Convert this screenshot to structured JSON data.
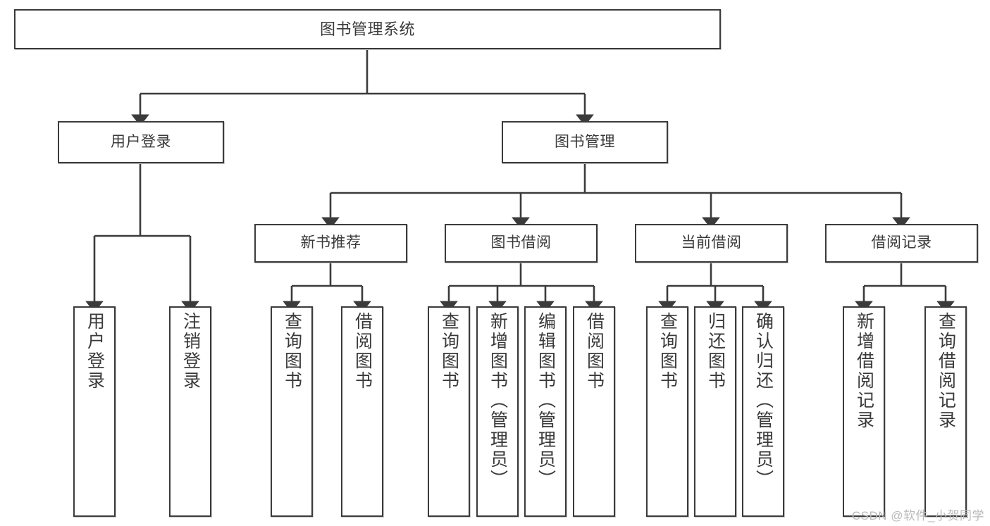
{
  "diagram": {
    "title": "图书管理系统",
    "watermark": "CSDN @软件_小贺同学",
    "stroke_color": "#3b3b3b",
    "text_color": "#3a3a3a",
    "background_color": "#ffffff",
    "root": {
      "label": "图书管理系统"
    },
    "level2": [
      {
        "id": "user-login",
        "label": "用户登录"
      },
      {
        "id": "book-manage",
        "label": "图书管理"
      }
    ],
    "level3": [
      {
        "id": "new-book-recommend",
        "label": "新书推荐"
      },
      {
        "id": "book-borrow",
        "label": "图书借阅"
      },
      {
        "id": "current-borrow",
        "label": "当前借阅"
      },
      {
        "id": "borrow-record",
        "label": "借阅记录"
      }
    ],
    "leaves": {
      "user_login": [
        {
          "id": "leaf-user-login",
          "label": "用户登录"
        },
        {
          "id": "leaf-logout-login",
          "label": "注销登录"
        }
      ],
      "new_book_recommend": [
        {
          "id": "leaf-query-book-1",
          "label": "查询图书"
        },
        {
          "id": "leaf-borrow-book-1",
          "label": "借阅图书"
        }
      ],
      "book_borrow": [
        {
          "id": "leaf-query-book-2",
          "label": "查询图书"
        },
        {
          "id": "leaf-add-book-admin",
          "label": "新增图书（管理员）"
        },
        {
          "id": "leaf-edit-book-admin",
          "label": "编辑图书（管理员）"
        },
        {
          "id": "leaf-borrow-book-2",
          "label": "借阅图书"
        }
      ],
      "current_borrow": [
        {
          "id": "leaf-query-book-3",
          "label": "查询图书"
        },
        {
          "id": "leaf-return-book",
          "label": "归还图书"
        },
        {
          "id": "leaf-confirm-return-admin",
          "label": "确认归还（管理员）"
        }
      ],
      "borrow_record": [
        {
          "id": "leaf-add-borrow-record",
          "label": "新增借阅记录"
        },
        {
          "id": "leaf-query-borrow-record",
          "label": "查询借阅记录"
        }
      ]
    }
  }
}
